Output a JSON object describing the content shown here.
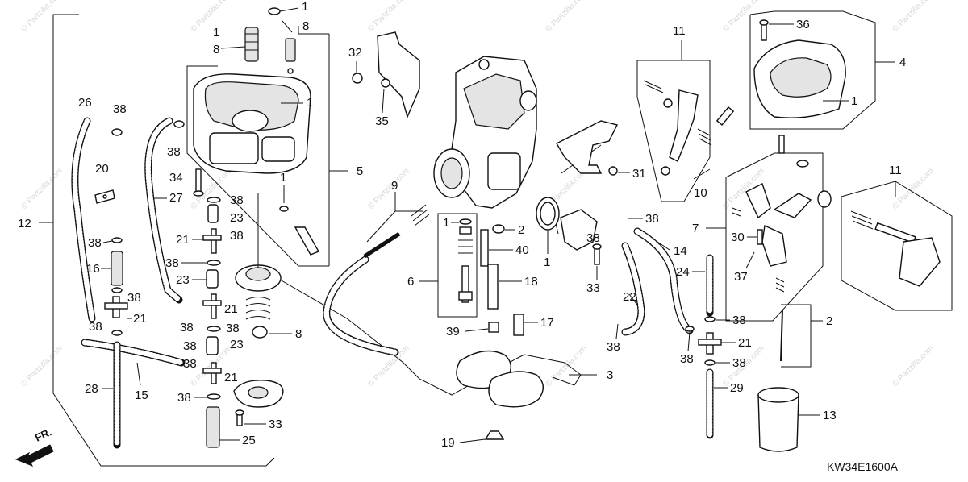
{
  "diagram": {
    "code": "KW34E1600A",
    "direction_label": "FR.",
    "watermark": "© Partzilla.com",
    "callouts": [
      {
        "id": "c1a",
        "label": "1"
      },
      {
        "id": "c8a",
        "label": "8"
      },
      {
        "id": "c1b",
        "label": "1"
      },
      {
        "id": "c8b",
        "label": "8"
      },
      {
        "id": "c1c",
        "label": "1"
      },
      {
        "id": "c26",
        "label": "26"
      },
      {
        "id": "c38a",
        "label": "38"
      },
      {
        "id": "c38b",
        "label": "38"
      },
      {
        "id": "c20",
        "label": "20"
      },
      {
        "id": "c27",
        "label": "27"
      },
      {
        "id": "c34",
        "label": "34"
      },
      {
        "id": "c5",
        "label": "5"
      },
      {
        "id": "c1d",
        "label": "1"
      },
      {
        "id": "c38c",
        "label": "38"
      },
      {
        "id": "c23a",
        "label": "23"
      },
      {
        "id": "c12",
        "label": "12"
      },
      {
        "id": "c21a",
        "label": "21"
      },
      {
        "id": "c38d",
        "label": "38"
      },
      {
        "id": "c38e",
        "label": "38"
      },
      {
        "id": "c38f",
        "label": "38"
      },
      {
        "id": "c16",
        "label": "16"
      },
      {
        "id": "c23b",
        "label": "23"
      },
      {
        "id": "c38g",
        "label": "38"
      },
      {
        "id": "c21b",
        "label": "21"
      },
      {
        "id": "c38h",
        "label": "38"
      },
      {
        "id": "c21c",
        "label": "21"
      },
      {
        "id": "c38i",
        "label": "38"
      },
      {
        "id": "c38j",
        "label": "38"
      },
      {
        "id": "c8c",
        "label": "8"
      },
      {
        "id": "c38k",
        "label": "38"
      },
      {
        "id": "c23c",
        "label": "23"
      },
      {
        "id": "c38l",
        "label": "38"
      },
      {
        "id": "c21d",
        "label": "21"
      },
      {
        "id": "c28",
        "label": "28"
      },
      {
        "id": "c15",
        "label": "15"
      },
      {
        "id": "c38m",
        "label": "38"
      },
      {
        "id": "c33a",
        "label": "33"
      },
      {
        "id": "c25",
        "label": "25"
      },
      {
        "id": "c32",
        "label": "32"
      },
      {
        "id": "c35",
        "label": "35"
      },
      {
        "id": "c9",
        "label": "9"
      },
      {
        "id": "c1e",
        "label": "1"
      },
      {
        "id": "c2a",
        "label": "2"
      },
      {
        "id": "c40",
        "label": "40"
      },
      {
        "id": "c6",
        "label": "6"
      },
      {
        "id": "c18",
        "label": "18"
      },
      {
        "id": "c39",
        "label": "39"
      },
      {
        "id": "c17",
        "label": "17"
      },
      {
        "id": "c1f",
        "label": "1"
      },
      {
        "id": "c38n",
        "label": "38"
      },
      {
        "id": "c38o",
        "label": "38"
      },
      {
        "id": "c33b",
        "label": "33"
      },
      {
        "id": "c14",
        "label": "14"
      },
      {
        "id": "c22",
        "label": "22"
      },
      {
        "id": "c38p",
        "label": "38"
      },
      {
        "id": "c3",
        "label": "3"
      },
      {
        "id": "c19",
        "label": "19"
      },
      {
        "id": "c31",
        "label": "31"
      },
      {
        "id": "c11a",
        "label": "11"
      },
      {
        "id": "c10",
        "label": "10"
      },
      {
        "id": "c36",
        "label": "36"
      },
      {
        "id": "c4",
        "label": "4"
      },
      {
        "id": "c1g",
        "label": "1"
      },
      {
        "id": "c7",
        "label": "7"
      },
      {
        "id": "c11b",
        "label": "11"
      },
      {
        "id": "c30",
        "label": "30"
      },
      {
        "id": "c24",
        "label": "24"
      },
      {
        "id": "c37",
        "label": "37"
      },
      {
        "id": "c38q",
        "label": "38"
      },
      {
        "id": "c21e",
        "label": "21"
      },
      {
        "id": "c38r",
        "label": "38"
      },
      {
        "id": "c38s",
        "label": "38"
      },
      {
        "id": "c2b",
        "label": "2"
      },
      {
        "id": "c29",
        "label": "29"
      },
      {
        "id": "c13",
        "label": "13"
      }
    ]
  }
}
